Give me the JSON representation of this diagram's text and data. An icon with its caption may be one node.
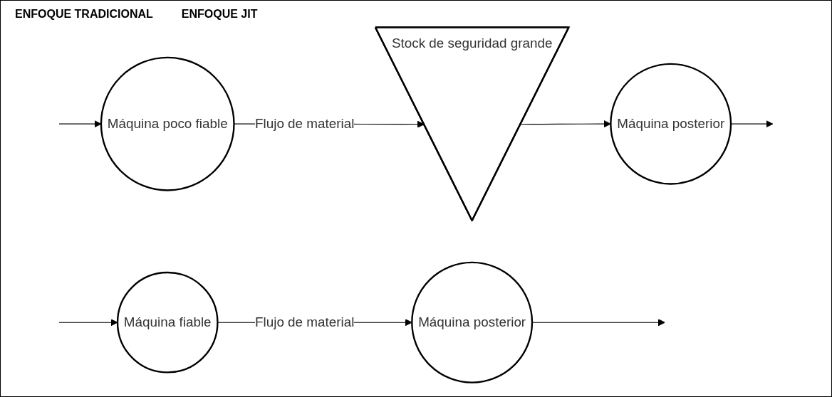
{
  "diagram": {
    "nodes": [
      {
        "text": [
          "Máquina poco fiable"
        ]
      },
      {
        "text": [
          "Stock de seguridad grande"
        ]
      },
      {
        "text": [
          "Máquina posterior"
        ]
      },
      {
        "text": [
          "Máquina fiable"
        ]
      },
      {
        "text": [
          "Máquina posterior"
        ]
      }
    ],
    "edges": [
      {
        "from": null,
        "to": 0,
        "arrow": "to"
      },
      {
        "from": 0,
        "to": 1,
        "arrow": "to",
        "label": "Flujo de material"
      },
      {
        "from": 1,
        "to": 2,
        "arrow": "to"
      },
      {
        "from": 2,
        "to": null,
        "arrow": "to"
      },
      {
        "from": null,
        "to": 3,
        "arrow": "to"
      },
      {
        "from": 3,
        "to": 4,
        "arrow": "to",
        "label": "Flujo de material"
      },
      {
        "from": 4,
        "to": null,
        "arrow": "to"
      }
    ],
    "labels": [
      "ENFOQUE TRADICIONAL",
      "ENFOQUE JIT"
    ]
  }
}
